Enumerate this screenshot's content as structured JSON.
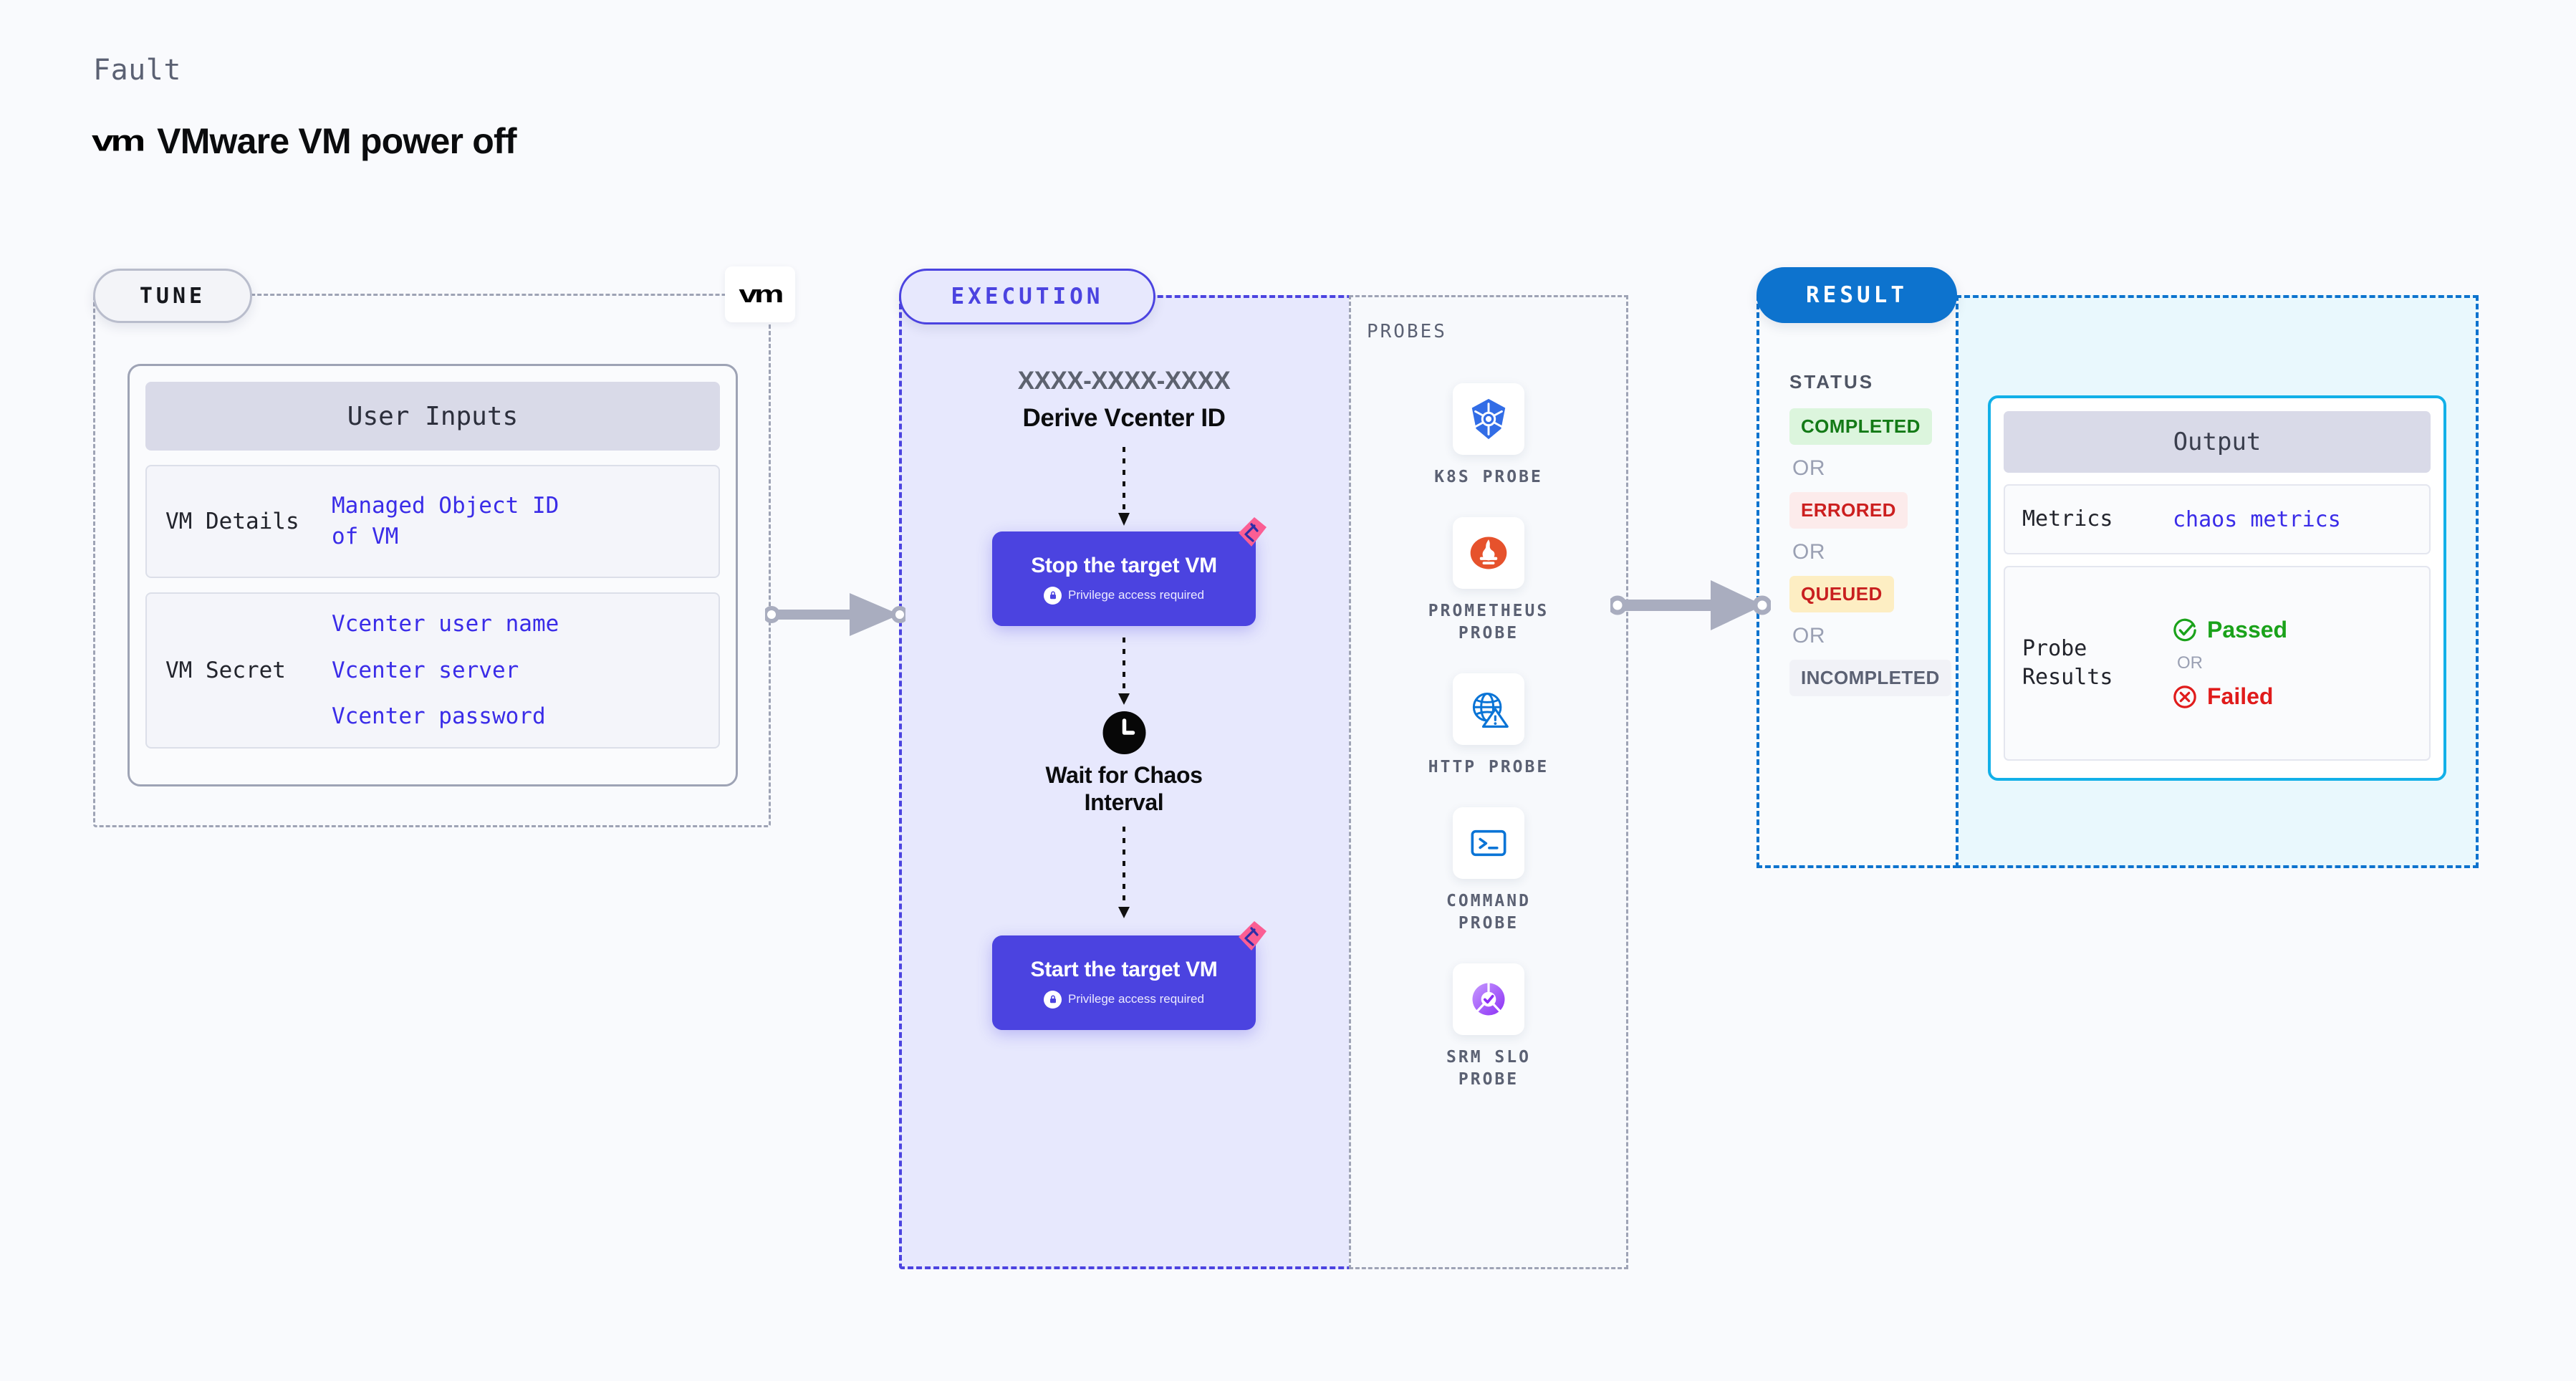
{
  "header": {
    "kicker": "Fault",
    "logo_icon": "vmware-logo-icon",
    "logo_text": "vm",
    "title": "VMware VM power off"
  },
  "tune": {
    "pill_label": "TUNE",
    "badge_logo": "vm",
    "card": {
      "heading": "User Inputs",
      "rows": [
        {
          "key": "VM Details",
          "values": [
            "Managed Object ID",
            "of VM"
          ]
        },
        {
          "key": "VM Secret",
          "values": [
            "Vcenter user name",
            "Vcenter server",
            "Vcenter password"
          ]
        }
      ]
    }
  },
  "execution": {
    "pill_label": "EXECUTION",
    "id_placeholder": "XXXX-XXXX-XXXX",
    "step_title": "Derive Vcenter ID",
    "actions": [
      {
        "title": "Stop the target VM",
        "sub": "Privilege access required",
        "lock_icon": "lock-icon",
        "flag_icon": "chaos-flag-icon"
      },
      {
        "title": "Start the target VM",
        "sub": "Privilege access required",
        "lock_icon": "lock-icon",
        "flag_icon": "chaos-flag-icon"
      }
    ],
    "wait": {
      "icon": "clock-icon",
      "line1": "Wait for Chaos",
      "line2": "Interval"
    }
  },
  "probes": {
    "title": "PROBES",
    "items": [
      {
        "icon": "kubernetes-icon",
        "label": "K8S PROBE"
      },
      {
        "icon": "prometheus-icon",
        "label": "PROMETHEUS\nPROBE"
      },
      {
        "icon": "http-globe-warning-icon",
        "label": "HTTP PROBE"
      },
      {
        "icon": "terminal-prompt-icon",
        "label": "COMMAND\nPROBE"
      },
      {
        "icon": "srm-slo-gauge-icon",
        "label": "SRM SLO\nPROBE"
      }
    ]
  },
  "result": {
    "pill_label": "RESULT",
    "status_label": "STATUS",
    "or_label": "OR",
    "statuses": [
      {
        "label": "COMPLETED",
        "style": "completed"
      },
      {
        "label": "ERRORED",
        "style": "errored"
      },
      {
        "label": "QUEUED",
        "style": "queued"
      },
      {
        "label": "INCOMPLETED",
        "style": "incompleted"
      }
    ],
    "output": {
      "heading": "Output",
      "metrics_key": "Metrics",
      "metrics_value": "chaos metrics",
      "probe_key_line1": "Probe",
      "probe_key_line2": "Results",
      "passed_label": "Passed",
      "failed_label": "Failed",
      "or_label": "OR",
      "passed_icon": "check-circle-icon",
      "failed_icon": "x-circle-icon"
    }
  },
  "connectors": {
    "arrow1": "arrow-right-icon",
    "arrow2": "arrow-right-icon"
  },
  "colors": {
    "background": "#f9fafd",
    "exec_accent": "#4b43e0",
    "result_accent": "#0d73ce",
    "output_accent": "#12b0e8",
    "link_blue": "#3a2ce8",
    "pass_green": "#1aa21a",
    "fail_red": "#e01b1b",
    "chaos_pink": "#fb5e94"
  }
}
